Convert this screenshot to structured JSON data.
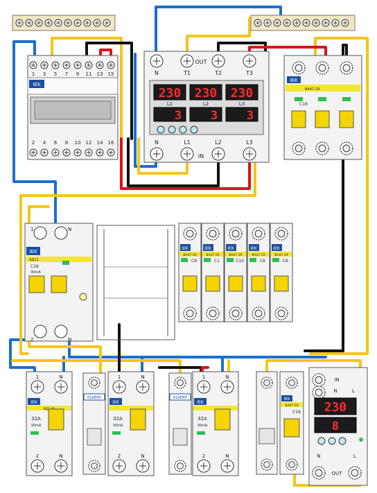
{
  "colors": {
    "wire_blue": "#1a6fd0",
    "wire_yellow": "#f5c518",
    "wire_black": "#111111",
    "wire_red": "#e0101a",
    "brand_banner": "#f2e630",
    "lcd_bg": "#1b1b1b",
    "lcd_digit": "#ff2a2a"
  },
  "relay3": {
    "out_label": "OUT",
    "in_label": "IN",
    "top_terminals": [
      "N",
      "T1",
      "T2",
      "T3"
    ],
    "bottom_terminals": [
      "N",
      "L1",
      "L2",
      "L3"
    ],
    "voltages": [
      "230",
      "230",
      "230"
    ],
    "phases": [
      "L1",
      "L2",
      "L3"
    ],
    "currents": [
      "3",
      "3",
      "3"
    ]
  },
  "contactor": {
    "top_numbers": [
      "1",
      "3",
      "5",
      "7",
      "9",
      "11",
      "13",
      "15"
    ],
    "bottom_numbers": [
      "2",
      "4",
      "6",
      "8",
      "10",
      "12",
      "14",
      "16"
    ],
    "badge": "IEK"
  },
  "top_right_breaker": {
    "brand": "IEK",
    "model": "ВА47-29",
    "rating": "C16"
  },
  "rcbo_main": {
    "brand": "IEK",
    "model": "АД12",
    "rating": "C16",
    "sub": "30mA",
    "labels_top": [
      "1",
      "N"
    ],
    "labels_bottom": [
      "2",
      "N"
    ]
  },
  "breakers_5": {
    "brand": "IEK",
    "model": "ВА47-29",
    "ratings": [
      "C6",
      "C1",
      "C10",
      "C6",
      "C6"
    ]
  },
  "bottom_modules": {
    "rcd1": {
      "brand": "IEK",
      "model": "ВД1-63",
      "rating": "32A",
      "sub": "30mA",
      "top": [
        "1",
        "N"
      ],
      "bottom": [
        "2",
        "N"
      ]
    },
    "elvert1": {
      "brand": "ELVERT"
    },
    "rcd2": {
      "brand": "IEK",
      "rating": "32A",
      "sub": "30mA",
      "top": [
        "1",
        "N"
      ],
      "bottom": [
        "2",
        "N"
      ]
    },
    "elvert2": {
      "brand": "ELVERT"
    },
    "rcd3": {
      "brand": "IEK",
      "rating": "32A",
      "sub": "30mA",
      "top": [
        "1",
        "N"
      ],
      "bottom": [
        "2",
        "N"
      ]
    },
    "breaker": {
      "brand": "IEK",
      "model": "ВА47-29",
      "rating": "C16"
    },
    "relay1": {
      "in_label": "IN",
      "out_label": "OUT",
      "voltage": "230",
      "current": "8",
      "terms_top": [
        "N",
        "L"
      ],
      "terms_bottom": [
        "N",
        "L"
      ]
    }
  }
}
